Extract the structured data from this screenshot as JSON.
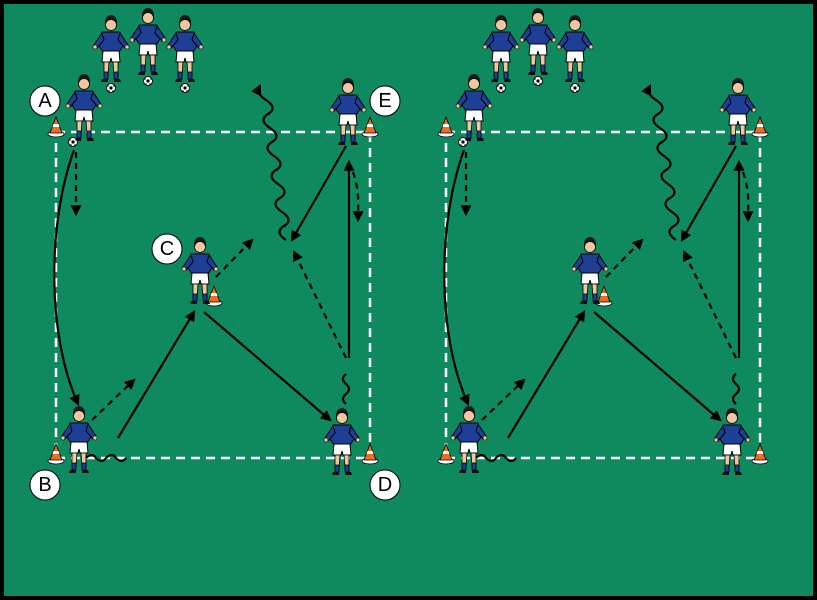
{
  "diagram": {
    "background_color": "#0f8a5f",
    "border_color": "#000000",
    "line_color": "#ffffff",
    "shirt_color": "#1f3f96",
    "shorts_color": "#ffffff",
    "cone_color": "#f26b1d",
    "arrow_color": "#000000",
    "drills": [
      {
        "labels": {
          "A": "A",
          "B": "B",
          "C": "C",
          "D": "D",
          "E": "E"
        }
      },
      {
        "labels": {}
      }
    ]
  }
}
